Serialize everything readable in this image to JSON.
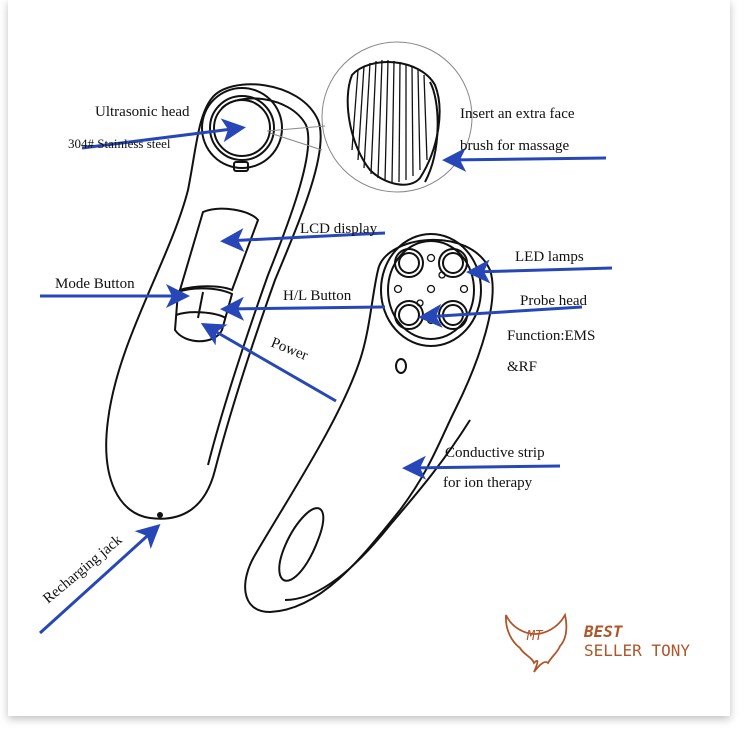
{
  "labels": {
    "ultrasonic_head": "Ultrasonic head",
    "stainless_steel": "304# Stainless steel",
    "insert_brush_1": "Insert an extra face",
    "insert_brush_2": "brush for massage",
    "lcd_display": "LCD display",
    "mode_button": "Mode Button",
    "hl_button": "H/L Button",
    "power": "Power",
    "led_lamps": "LED lamps",
    "probe_head": "Probe head",
    "function_1": "Function:EMS",
    "function_2": "&RF",
    "conductive_1": "Conductive strip",
    "conductive_2": "for ion therapy",
    "recharging_jack": "Recharging jack"
  },
  "logo": {
    "monogram": "MT",
    "line1": "BEST",
    "line2": "SELLER TONY",
    "color": "#b0562a"
  },
  "colors": {
    "arrow": "#2747b8",
    "line": "#111111"
  }
}
